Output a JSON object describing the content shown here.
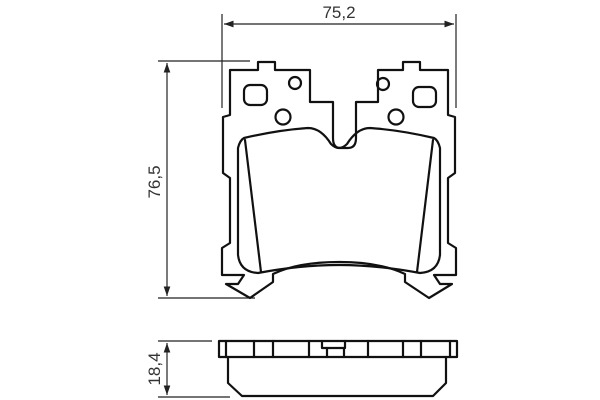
{
  "drawing": {
    "subject": "brake pad technical drawing",
    "dimensions": {
      "width_label": "75,2",
      "height_label": "76,5",
      "thickness_label": "18,4"
    },
    "colors": {
      "line": "#111111",
      "dimension_line": "#222222",
      "text": "#333333",
      "background": "#ffffff"
    }
  }
}
